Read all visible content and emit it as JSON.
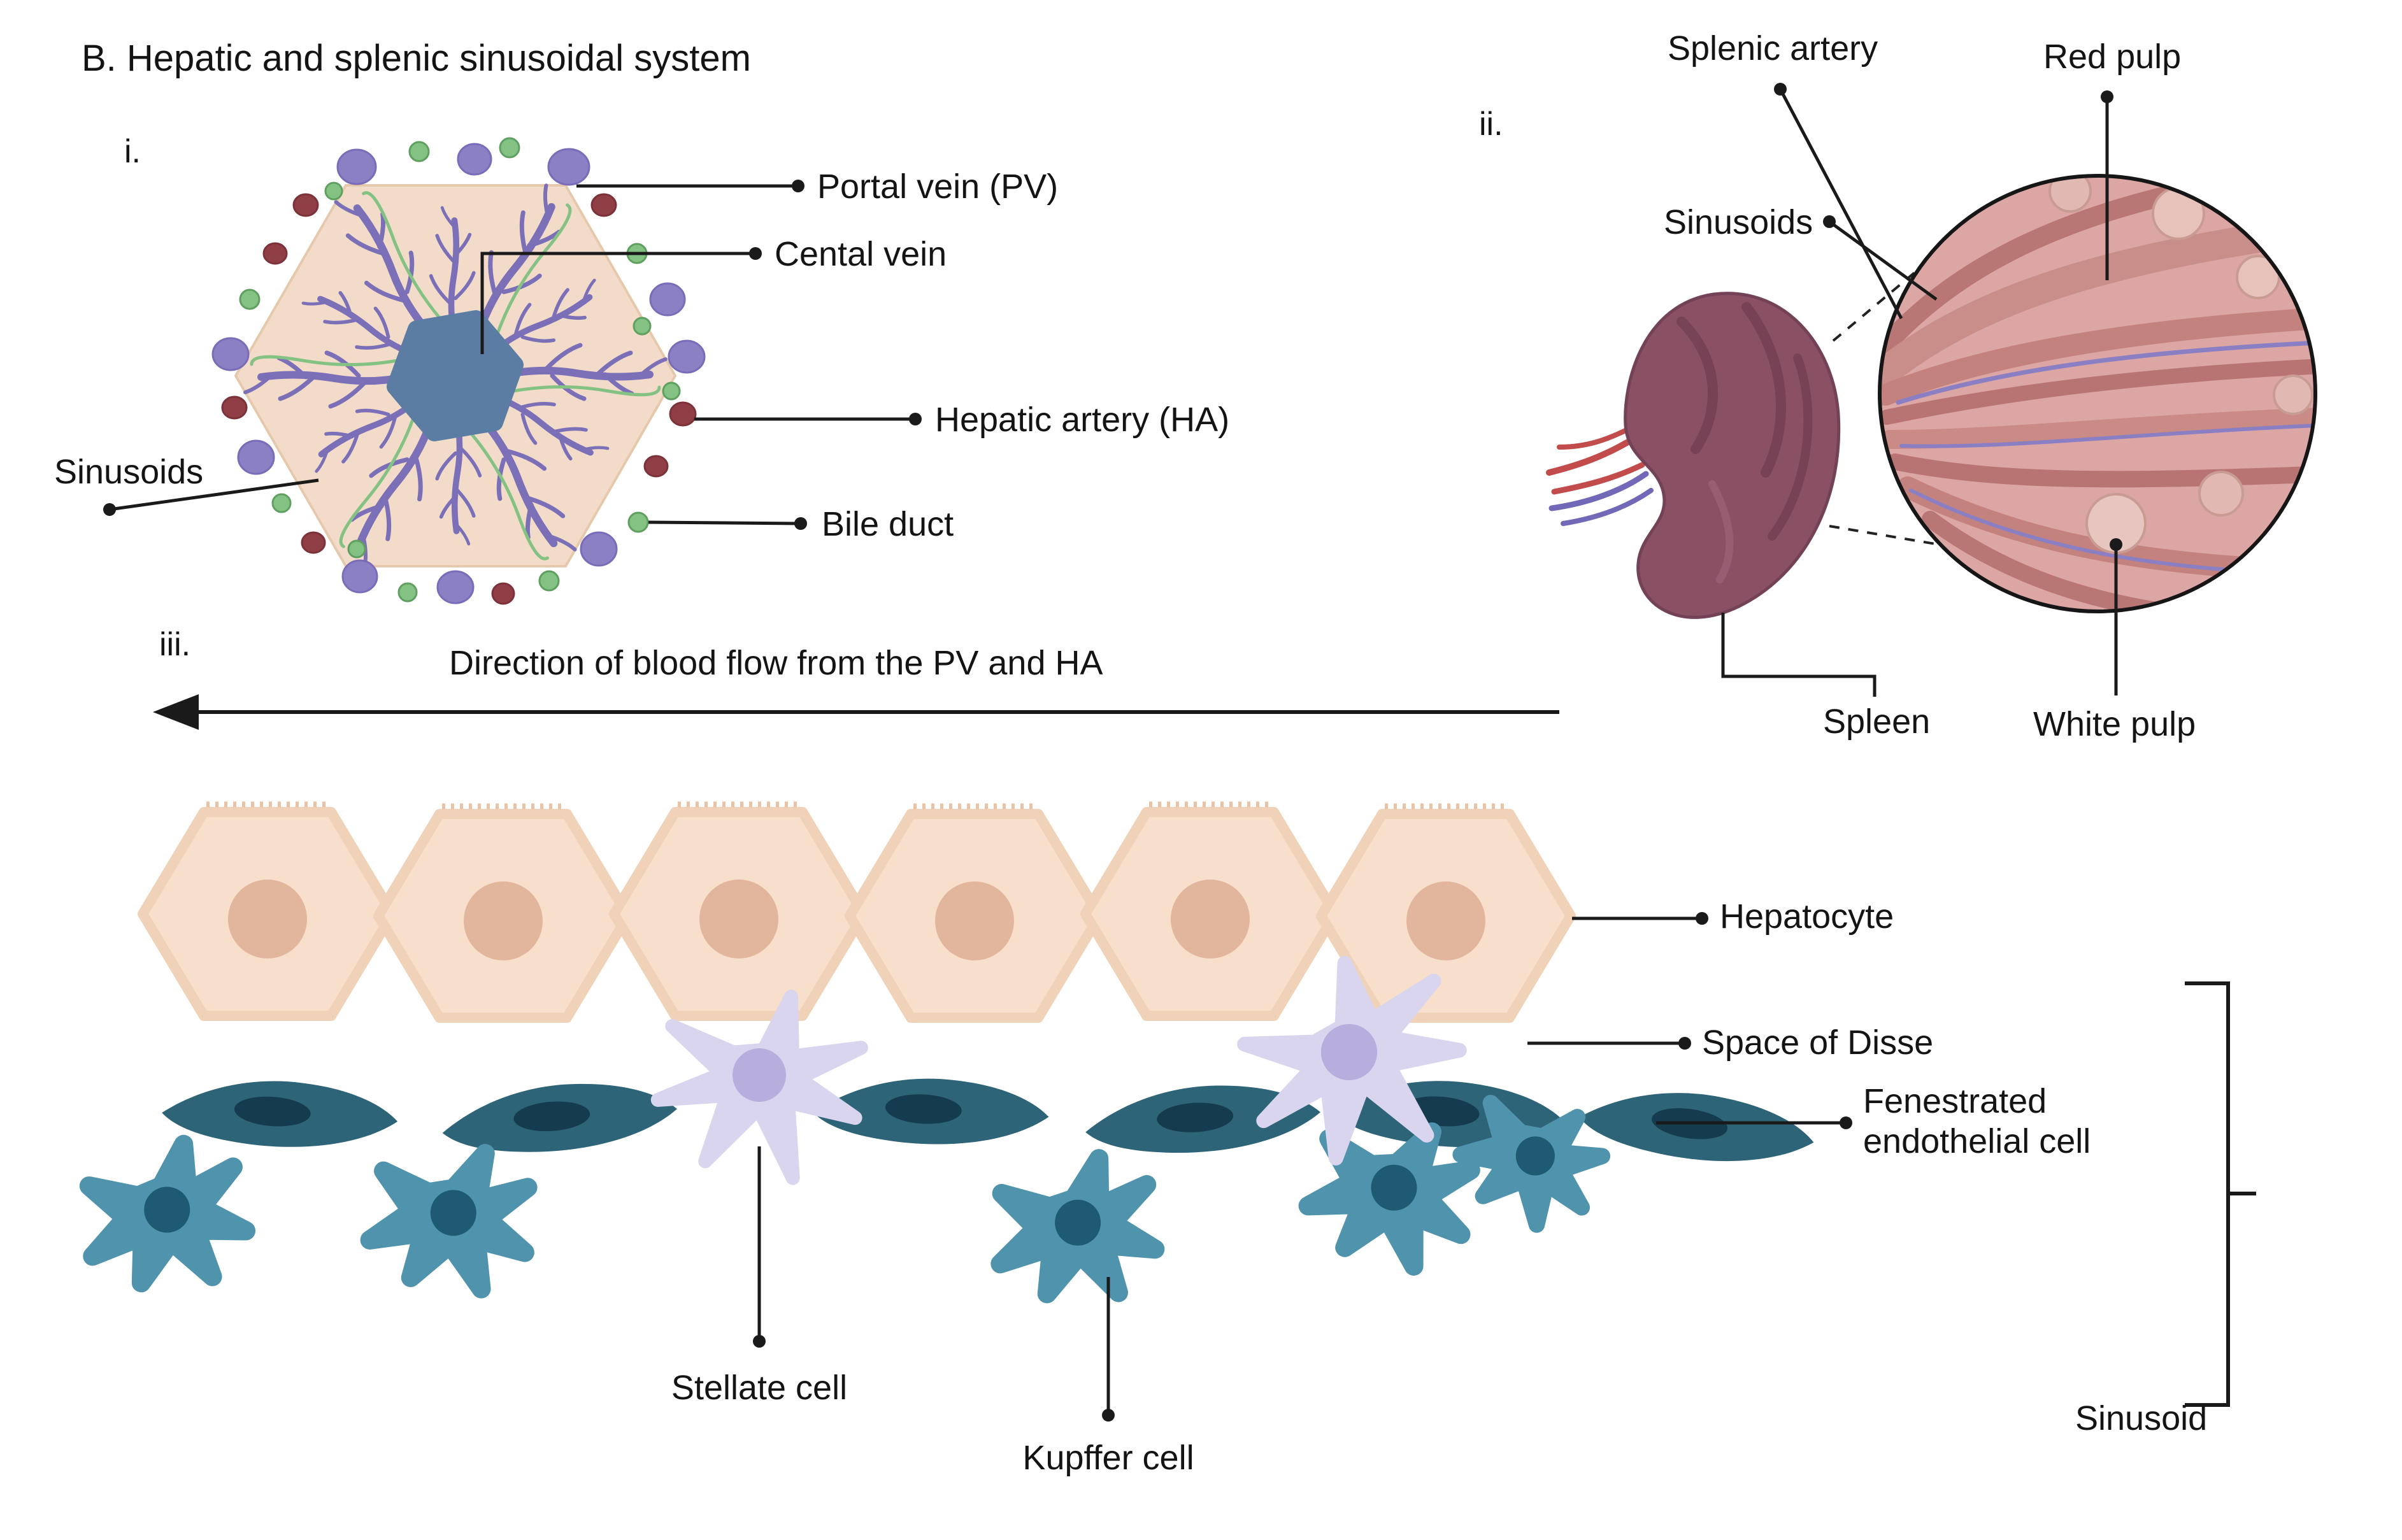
{
  "figure": {
    "title": "B. Hepatic and splenic sinusoidal system",
    "panel_i": {
      "index": "i.",
      "labels": {
        "portal_vein": "Portal vein (PV)",
        "central_vein": "Cental vein",
        "hepatic_artery": "Hepatic artery (HA)",
        "bile_duct": "Bile duct",
        "sinusoids": "Sinusoids"
      }
    },
    "panel_ii": {
      "index": "ii.",
      "labels": {
        "splenic_artery": "Splenic artery",
        "red_pulp": "Red pulp",
        "sinusoids": "Sinusoids",
        "spleen": "Spleen",
        "white_pulp": "White pulp"
      }
    },
    "panel_iii": {
      "index": "iii.",
      "flow_caption": "Direction of blood flow from the PV and HA",
      "labels": {
        "hepatocyte": "Hepatocyte",
        "space_of_disse": "Space of Disse",
        "fenestrated_endothelial_cell": "Fenestrated endothelial cell",
        "stellate_cell": "Stellate cell",
        "kupffer_cell": "Kupffer cell",
        "sinusoid": "Sinusoid"
      }
    },
    "palette": {
      "lobule_fill": "#f2dcc9",
      "central_vein_blue": "#5b7da3",
      "portal_vein_purple": "#8b80c4",
      "bile_duct_green": "#84c284",
      "hepatic_artery_red": "#8f3e46",
      "spleen_maroon": "#8a5064",
      "red_pulp_pink": "#dca6a4",
      "hepatocyte_peach": "#f7dfcb",
      "endothelial_teal": "#2e6478",
      "kupffer_blue": "#4f93ad",
      "stellate_lavender": "#d9d5ef",
      "line_black": "#1a1a1a"
    }
  }
}
